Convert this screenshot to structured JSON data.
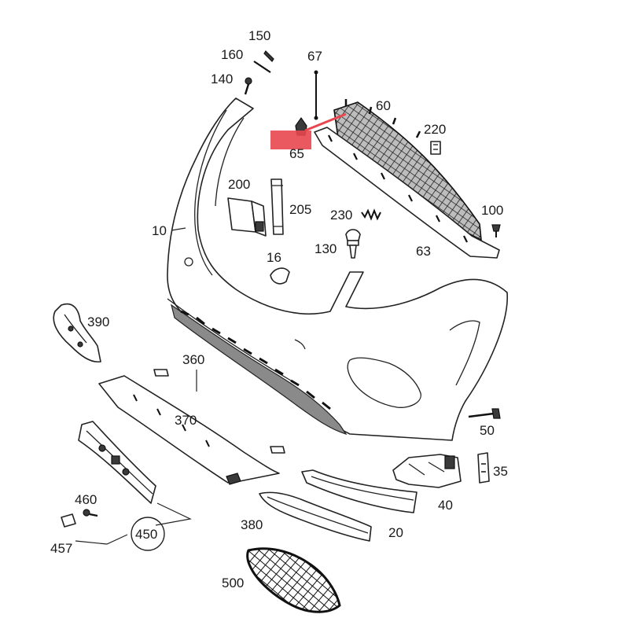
{
  "diagram": {
    "highlight_color": "#e8474f",
    "callouts": [
      {
        "id": "150",
        "text": "150"
      },
      {
        "id": "160",
        "text": "160"
      },
      {
        "id": "140",
        "text": "140"
      },
      {
        "id": "67",
        "text": "67"
      },
      {
        "id": "60",
        "text": "60"
      },
      {
        "id": "65",
        "text": "65"
      },
      {
        "id": "220",
        "text": "220"
      },
      {
        "id": "200",
        "text": "200"
      },
      {
        "id": "205",
        "text": "205"
      },
      {
        "id": "230",
        "text": "230"
      },
      {
        "id": "100",
        "text": "100"
      },
      {
        "id": "10",
        "text": "10"
      },
      {
        "id": "130",
        "text": "130"
      },
      {
        "id": "16",
        "text": "16"
      },
      {
        "id": "63",
        "text": "63"
      },
      {
        "id": "390",
        "text": "390"
      },
      {
        "id": "360",
        "text": "360"
      },
      {
        "id": "370",
        "text": "370"
      },
      {
        "id": "50",
        "text": "50"
      },
      {
        "id": "35",
        "text": "35"
      },
      {
        "id": "40",
        "text": "40"
      },
      {
        "id": "460",
        "text": "460"
      },
      {
        "id": "450",
        "text": "450"
      },
      {
        "id": "457",
        "text": "457"
      },
      {
        "id": "380",
        "text": "380"
      },
      {
        "id": "20",
        "text": "20"
      },
      {
        "id": "500",
        "text": "500"
      }
    ]
  }
}
